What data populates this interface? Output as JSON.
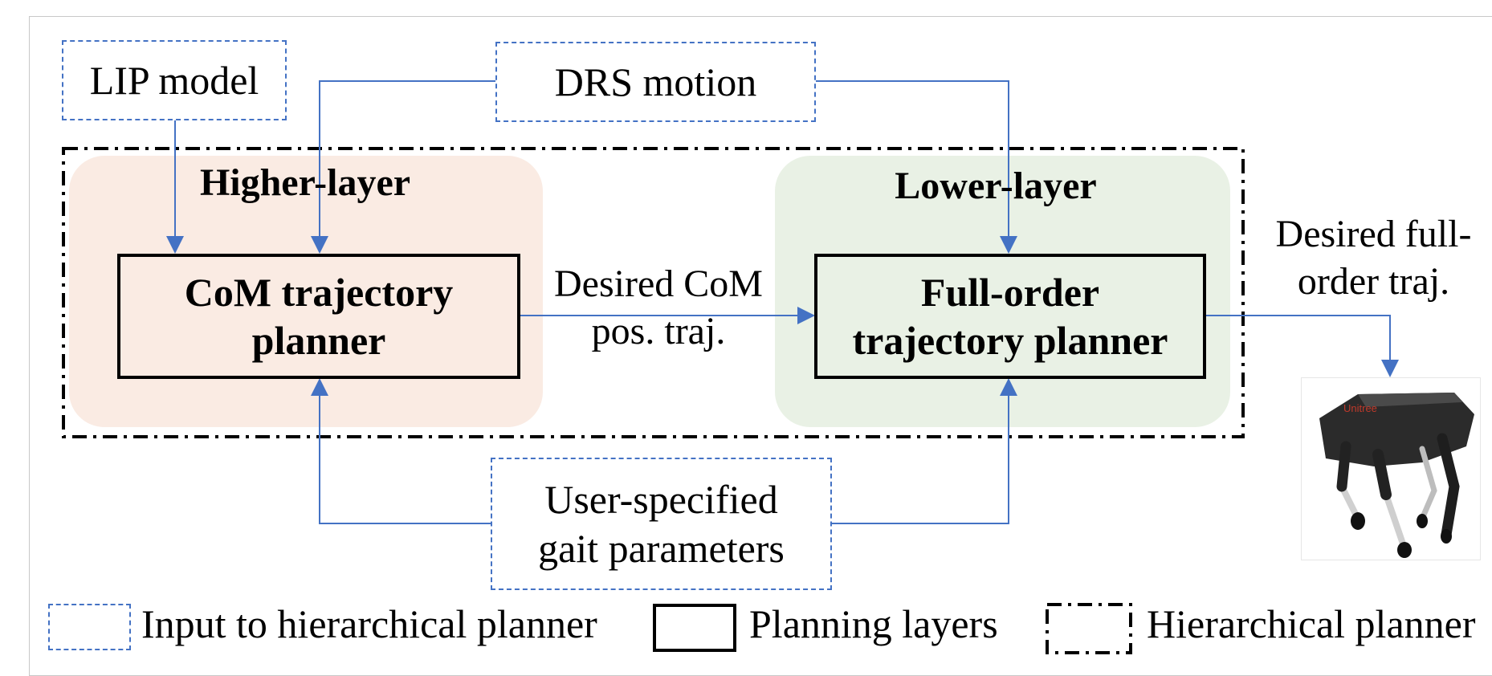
{
  "inputs": {
    "lip_model": "LIP model",
    "drs_motion": "DRS motion",
    "gait_params": "User-specified\ngait parameters"
  },
  "layers": {
    "higher_title": "Higher-layer",
    "lower_title": "Lower-layer",
    "com_planner": "CoM trajectory\nplanner",
    "full_planner": "Full-order\ntrajectory planner"
  },
  "signals": {
    "desired_com": "Desired CoM\npos. traj.",
    "desired_full": "Desired full-\norder traj."
  },
  "robot_brand": "Unitree",
  "legend": {
    "input": "Input to hierarchical planner",
    "planning": "Planning layers",
    "hierarchical": "Hierarchical planner"
  },
  "colors": {
    "arrow": "#4472c4",
    "higher_layer_bg": "#faebe3",
    "lower_layer_bg": "#e9f1e5"
  }
}
